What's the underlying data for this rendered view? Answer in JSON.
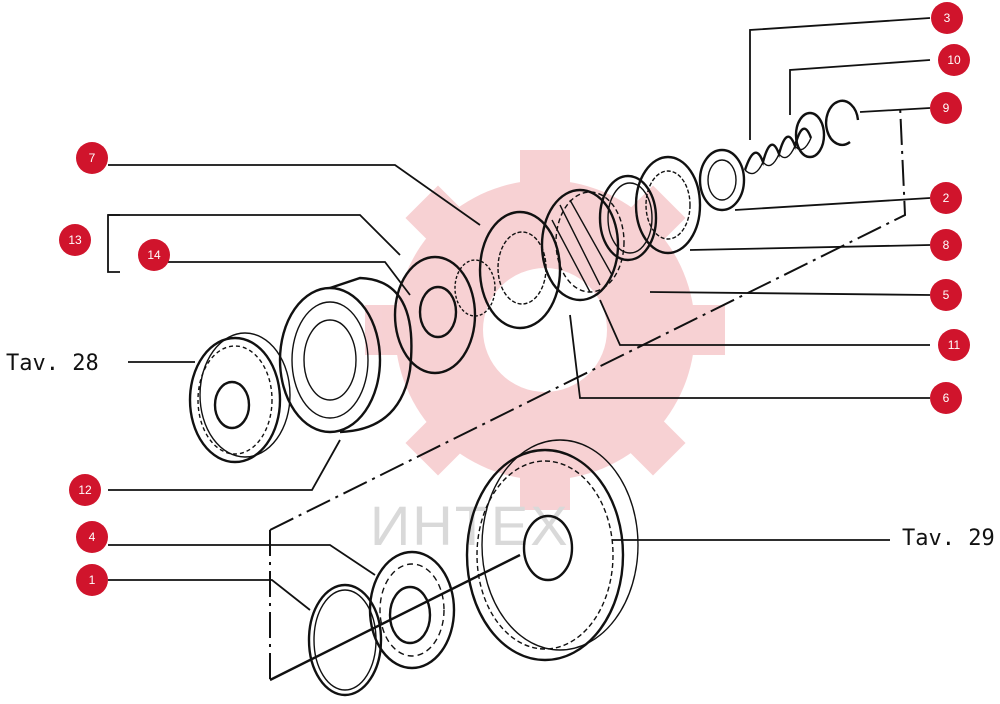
{
  "colors": {
    "badge": "#d0142c",
    "ink": "#111111",
    "watermark_gear": "#f6c9cc",
    "watermark_text": "#d9d9d9"
  },
  "watermark": {
    "text": "ИНТЕХ"
  },
  "references": {
    "tav28": "Tav. 28",
    "tav29": "Tav. 29"
  },
  "callouts": {
    "c1": "1",
    "c2": "2",
    "c3": "3",
    "c4": "4",
    "c5": "5",
    "c6": "6",
    "c7": "7",
    "c8": "8",
    "c9": "9",
    "c10": "10",
    "c11": "11",
    "c12": "12",
    "c13": "13",
    "c14": "14"
  }
}
